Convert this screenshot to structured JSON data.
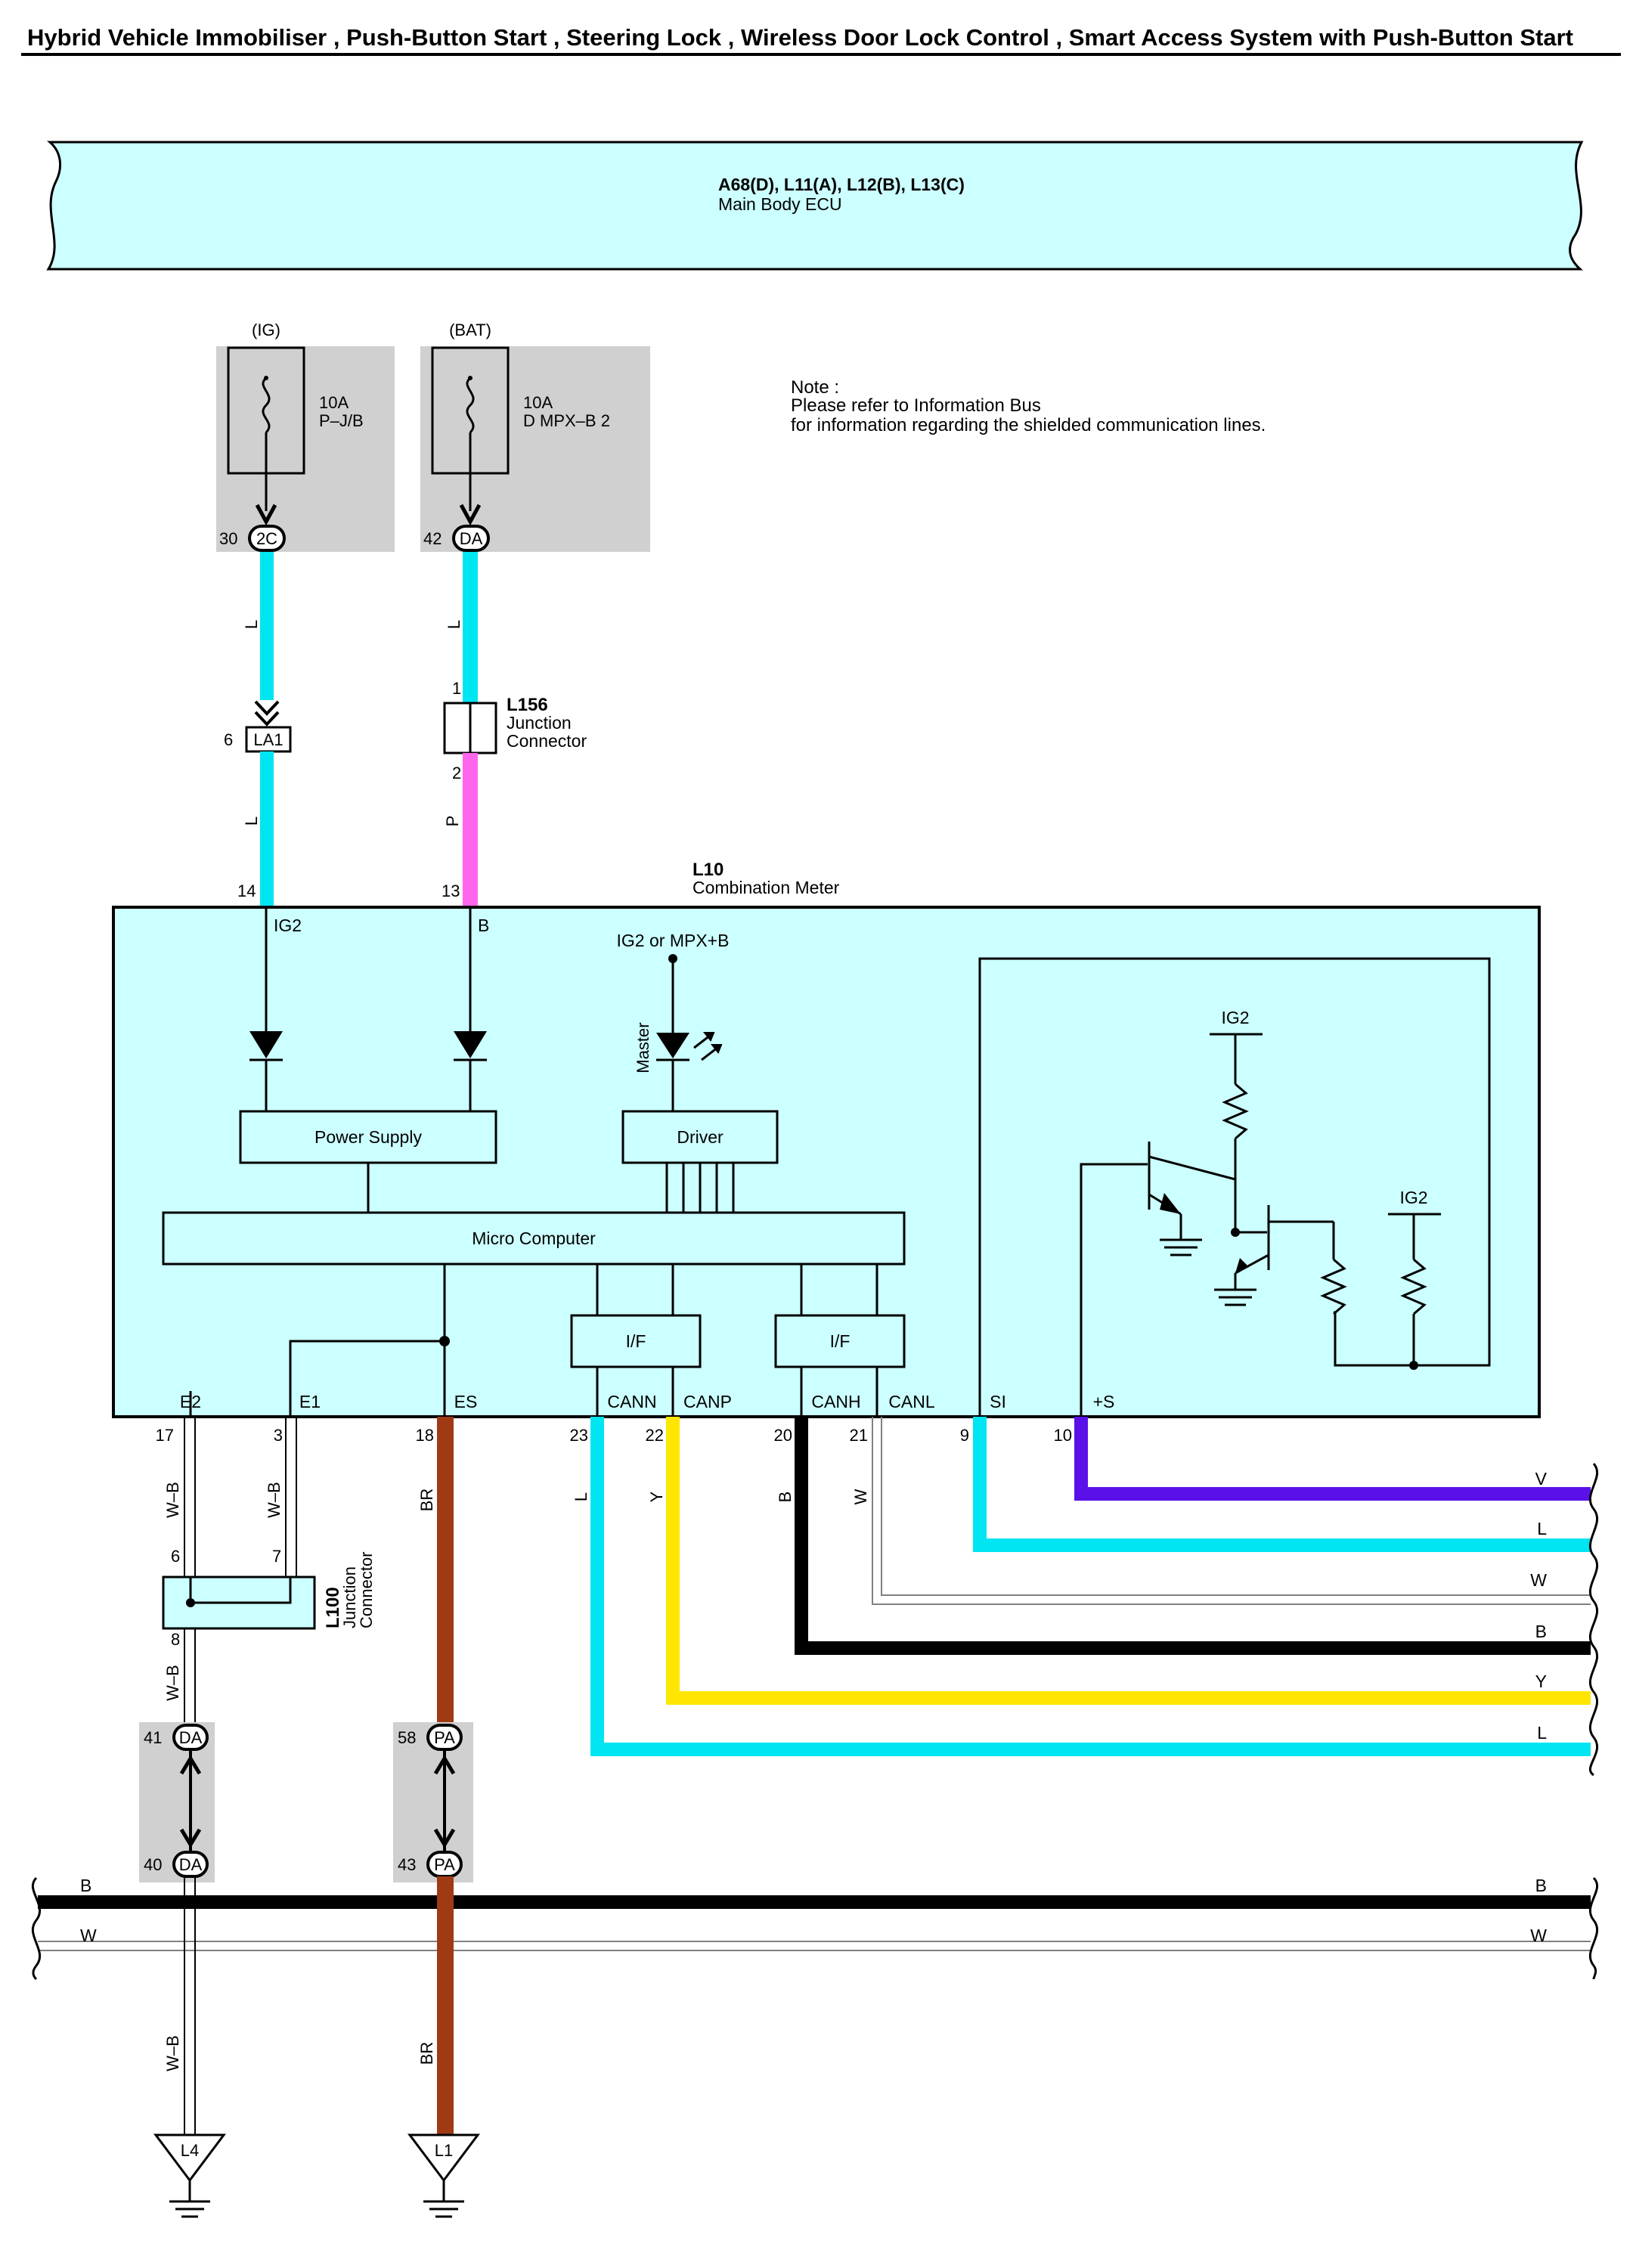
{
  "header": {
    "title": "Hybrid Vehicle Immobiliser , Push-Button Start , Steering Lock , Wireless Door Lock Control , Smart Access System with Push-Button Start"
  },
  "ecu": {
    "connectors": "A68(D), L11(A), L12(B), L13(C)",
    "name": "Main Body ECU"
  },
  "note": {
    "heading": "Note :",
    "line1": "Please refer to Information Bus",
    "line2": "for information regarding the shielded communication lines."
  },
  "fuses": {
    "ig": {
      "supply": "(IG)",
      "rating": "10A",
      "name": "P–J/B",
      "pin": "30",
      "connector": "2C",
      "wire": "L"
    },
    "bat": {
      "supply": "(BAT)",
      "rating": "10A",
      "name": "D MPX–B 2",
      "pin": "42",
      "connector": "DA",
      "wire": "L"
    }
  },
  "la1": {
    "pin": "6",
    "connector": "LA1",
    "wire_below": "L"
  },
  "l156": {
    "code": "L156",
    "line1": "Junction",
    "line2": "Connector",
    "pin_top": "1",
    "pin_bottom": "2",
    "wire_below": "P"
  },
  "meter": {
    "code": "L10",
    "name": "Combination Meter",
    "pin_ig2": "14",
    "pin_b": "13",
    "label_ig2": "IG2",
    "label_b": "B",
    "led_supply": "IG2 or MPX+B",
    "led_label": "Master",
    "power_supply": "Power Supply",
    "driver": "Driver",
    "micro_computer": "Micro Computer",
    "if_1": "I/F",
    "if_2": "I/F",
    "ig2_a": "IG2",
    "ig2_b": "IG2",
    "terminals": [
      "E2",
      "E1",
      "ES",
      "CANN",
      "CANP",
      "CANH",
      "CANL",
      "SI",
      "+S"
    ]
  },
  "outputs": [
    {
      "pin": "17",
      "wire": "W–B"
    },
    {
      "pin": "3",
      "wire": "W–B"
    },
    {
      "pin": "18",
      "wire": "BR"
    },
    {
      "pin": "23",
      "wire": "L"
    },
    {
      "pin": "22",
      "wire": "Y"
    },
    {
      "pin": "20",
      "wire": "B"
    },
    {
      "pin": "21",
      "wire": "W"
    },
    {
      "pin": "9",
      "wire": ""
    },
    {
      "pin": "10",
      "wire": ""
    }
  ],
  "bus_labels": [
    "V",
    "L",
    "W",
    "B",
    "Y",
    "L"
  ],
  "l100": {
    "code": "L100",
    "line1": "Junction",
    "line2": "Connector",
    "pin_6": "6",
    "pin_7": "7",
    "pin_8": "8",
    "wire_below": "W–B"
  },
  "da_pair": {
    "top_pin": "41",
    "top_conn": "DA",
    "bottom_pin": "40",
    "bottom_conn": "DA"
  },
  "pa_pair": {
    "top_pin": "58",
    "top_conn": "PA",
    "bottom_pin": "43",
    "bottom_conn": "PA"
  },
  "ground_bus": {
    "b_left": "B",
    "w_left": "W",
    "b_right": "B",
    "w_right": "W"
  },
  "grounds": {
    "l4": "L4",
    "l1": "L1",
    "wire_l4": "W–B",
    "wire_l1": "BR"
  },
  "colors": {
    "cyan": "#00e5f2",
    "yellow": "#ffe600",
    "pink": "#ff66ee",
    "brown": "#a03a14",
    "violet": "#5a10e8",
    "panel": "#ccffff",
    "shade": "#d0d0d0"
  }
}
